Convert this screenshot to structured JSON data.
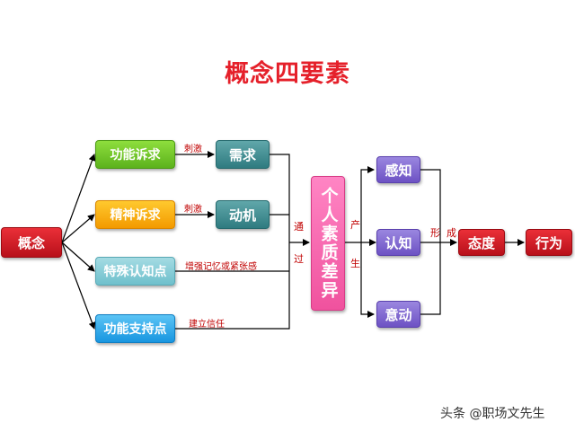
{
  "title": "概念四要素",
  "nodes": {
    "concept": "概念",
    "appeal_function": "功能诉求",
    "appeal_spirit": "精神诉求",
    "special_point": "特殊认知点",
    "support_point": "功能支持点",
    "need": "需求",
    "motive": "动机",
    "individual_diff": "个人素质差异",
    "feeling": "感知",
    "cognition": "认知",
    "intention": "意动",
    "attitude": "态度",
    "behavior": "行为"
  },
  "edge_labels": {
    "stimulate_1": "刺激",
    "stimulate_2": "刺激",
    "memory": "增强记忆或紧张感",
    "trust": "建立信任",
    "through_1": "通",
    "through_2": "过",
    "produce_1": "产",
    "produce_2": "生",
    "form_1": "形",
    "form_2": "成"
  },
  "watermark": "头条 @职场文先生",
  "colors": {
    "title": "#e5202a",
    "label": "#c00000",
    "line": "#000000"
  }
}
